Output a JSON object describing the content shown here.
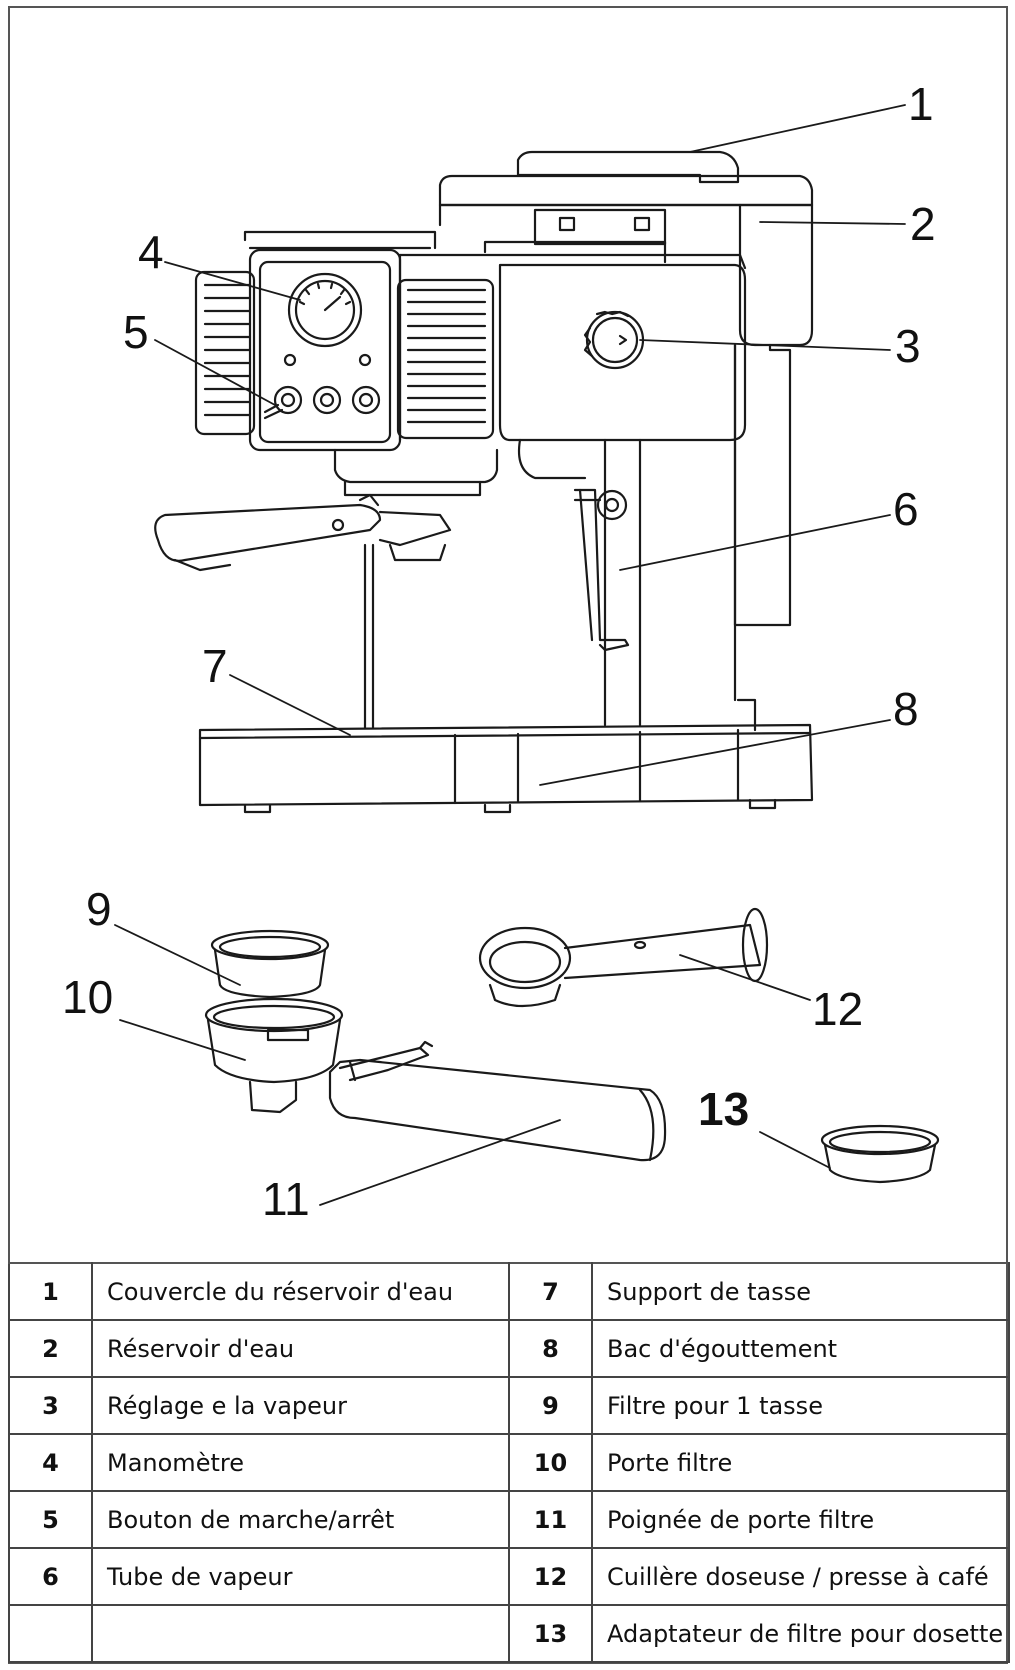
{
  "callouts": [
    "1",
    "2",
    "3",
    "4",
    "5",
    "6",
    "7",
    "8",
    "9",
    "10",
    "11",
    "12",
    "13"
  ],
  "parts": [
    {
      "num": "1",
      "label": "Couvercle du réservoir d'eau"
    },
    {
      "num": "2",
      "label": "Réservoir d'eau"
    },
    {
      "num": "3",
      "label": "Réglage e la vapeur"
    },
    {
      "num": "4",
      "label": "Manomètre"
    },
    {
      "num": "5",
      "label": "Bouton de marche/arrêt"
    },
    {
      "num": "6",
      "label": "Tube de vapeur"
    },
    {
      "num": "",
      "label": ""
    },
    {
      "num": "7",
      "label": "Support de tasse"
    },
    {
      "num": "8",
      "label": "Bac d'égouttement"
    },
    {
      "num": "9",
      "label": "Filtre pour 1 tasse"
    },
    {
      "num": "10",
      "label": "Porte  filtre"
    },
    {
      "num": "11",
      "label": "Poignée de porte filtre"
    },
    {
      "num": "12",
      "label": "Cuillère doseuse / presse à café"
    },
    {
      "num": "13",
      "label": "Adaptateur de filtre pour dosette"
    }
  ]
}
